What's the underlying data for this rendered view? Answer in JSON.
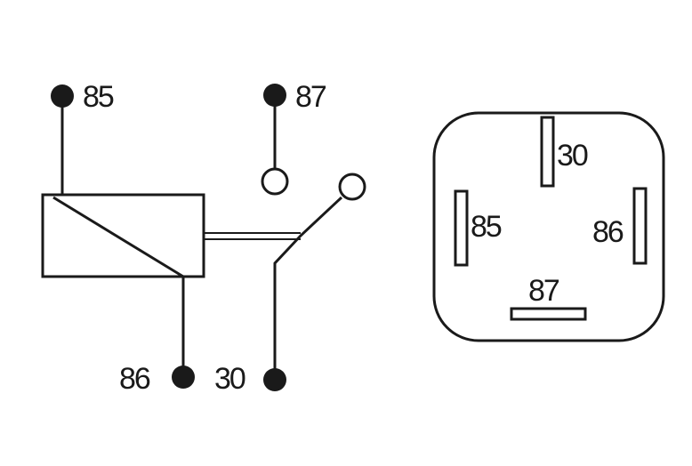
{
  "schematic": {
    "pins": {
      "p85": "85",
      "p86": "86",
      "p87": "87",
      "p30": "30"
    }
  },
  "footprint": {
    "pins": {
      "p30": "30",
      "p85": "85",
      "p86": "86",
      "p87": "87"
    }
  },
  "colors": {
    "ink": "#1a1a1a",
    "background": "#ffffff"
  }
}
